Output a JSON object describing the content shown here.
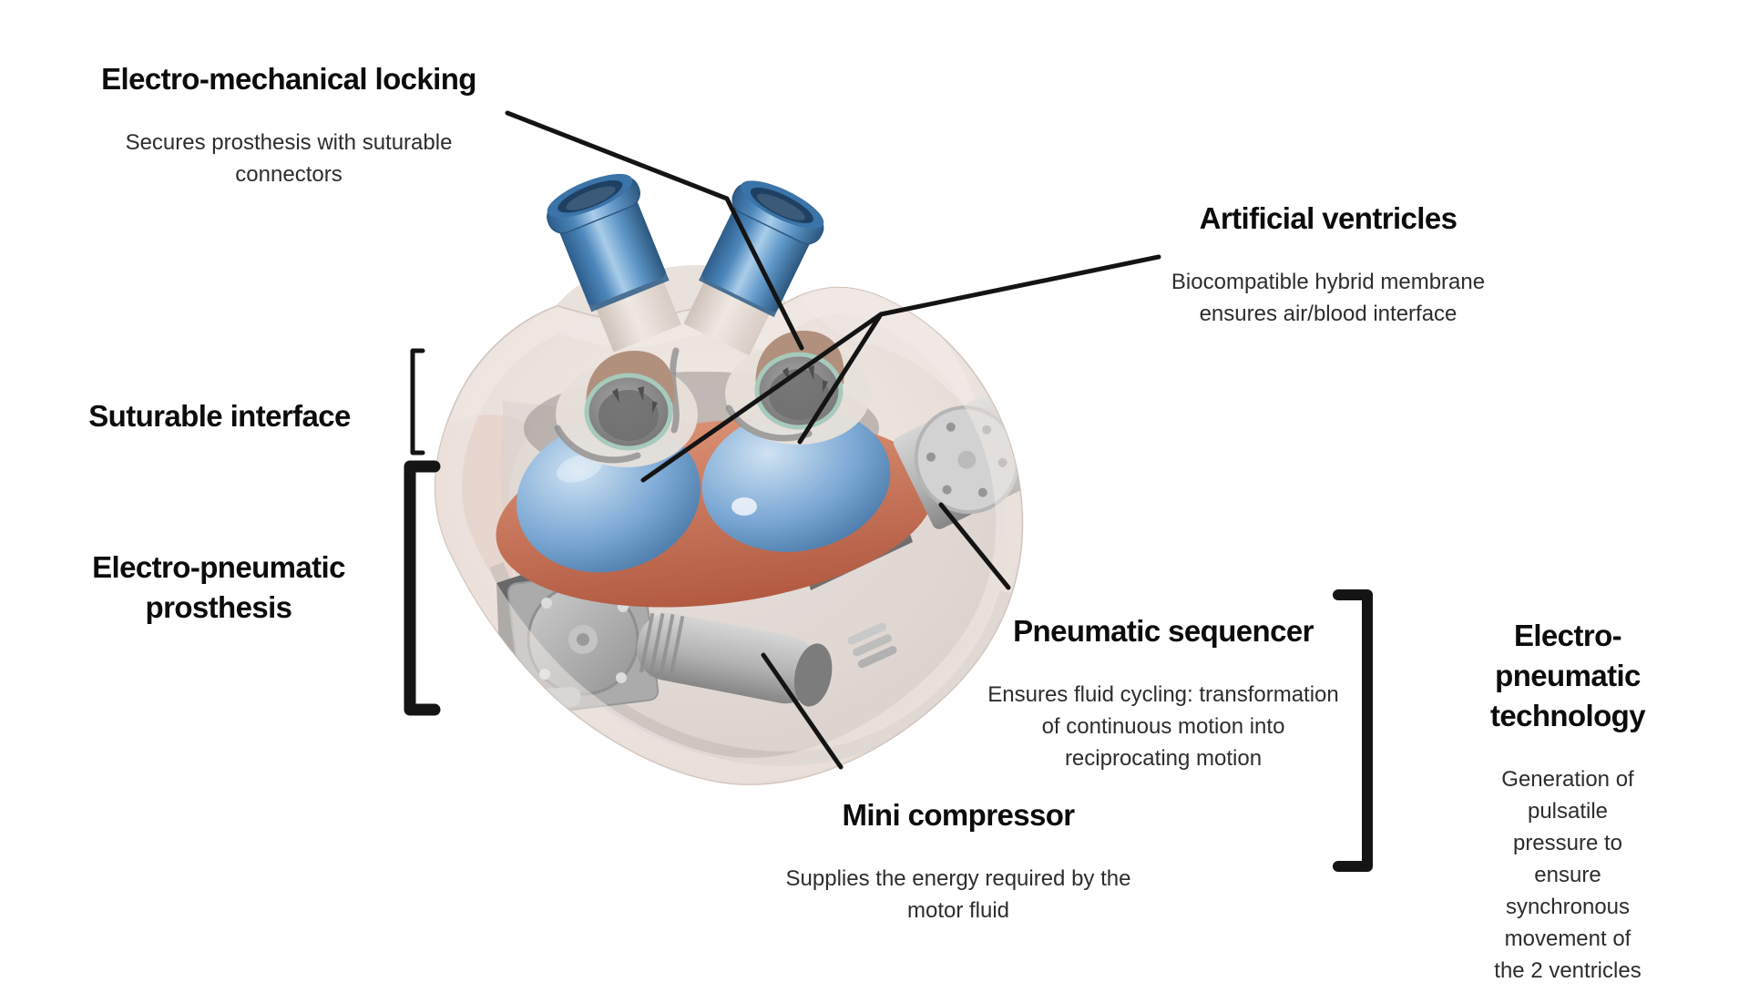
{
  "labels": {
    "electro_mechanical_locking": {
      "title": "Electro-mechanical locking",
      "description_lines": [
        "Secures prosthesis with suturable",
        "connectors"
      ]
    },
    "artificial_ventricles": {
      "title": "Artificial ventricles",
      "description_lines": [
        "Biocompatible hybrid membrane",
        "ensures air/blood interface"
      ]
    },
    "suturable_interface": {
      "title": "Suturable interface"
    },
    "electro_pneumatic_prosthesis": {
      "title_lines": [
        "Electro-pneumatic",
        "prosthesis"
      ]
    },
    "pneumatic_sequencer": {
      "title": "Pneumatic sequencer",
      "description_lines": [
        "Ensures fluid cycling: transformation",
        "of continuous motion into",
        "reciprocating motion"
      ]
    },
    "mini_compressor": {
      "title": "Mini compressor",
      "description_lines": [
        "Supplies the energy required by the",
        "motor fluid"
      ]
    },
    "electro_pneumatic_technology": {
      "title_lines": [
        "Electro-pneumatic",
        "technology"
      ],
      "description_lines": [
        "Generation of pulsatile",
        "pressure to ensure",
        "synchronous movement of",
        "the 2 ventricles"
      ]
    }
  },
  "palette": {
    "background": "#ffffff",
    "heading_text": "#0c0c0c",
    "body_text": "#2d2d2d",
    "annotation_line": "#141414",
    "tube_blue": "#4a88c0",
    "ventricle_blue": "#6f9fcc",
    "membrane_salmon": "#c7765d",
    "valve_ring_teal": "#a6cabb",
    "shell_beige": "#e9ded7",
    "machinery_gray": "#b0b0b0"
  }
}
